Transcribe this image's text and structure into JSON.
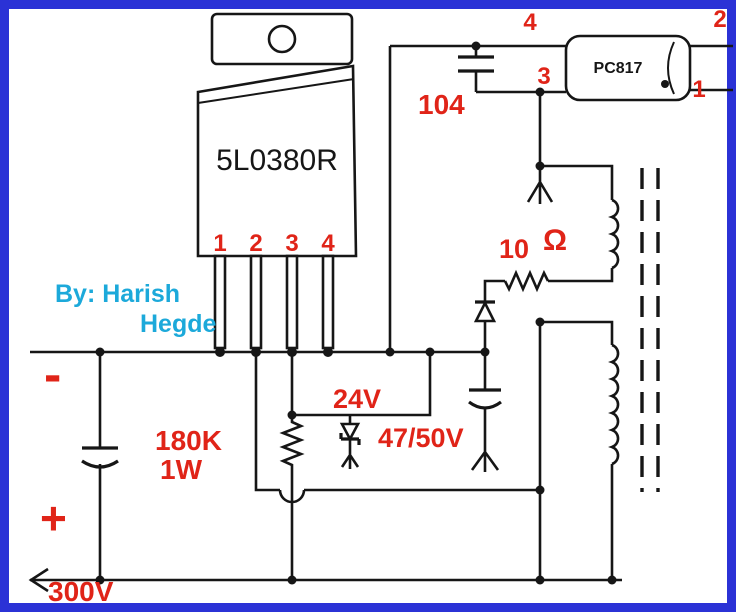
{
  "ic": {
    "part_number": "5L0380R",
    "pin_labels": [
      "1",
      "2",
      "3",
      "4"
    ]
  },
  "optocoupler": {
    "part_number": "PC817",
    "pins": {
      "top_left": "4",
      "bottom_left": "3",
      "top_right": "2",
      "bottom_right": "1"
    }
  },
  "labels": {
    "input_capacitor_code": "104",
    "author_line1": "By: Harish",
    "author_line2": "Hegde",
    "negative_terminal": "-",
    "positive_terminal": "+",
    "startup_resistor_value": "180K",
    "startup_resistor_power": "1W",
    "zener_voltage": "24V",
    "electrolytic_cap_value": "47/50V",
    "series_resistor_value": "10",
    "ohm_symbol": "Ω",
    "bus_voltage": "300V"
  },
  "colors": {
    "border_blue": "#2b32d6",
    "label_red": "#e02418",
    "author_cyan": "#1ca9da",
    "line_ink": "#161616"
  }
}
